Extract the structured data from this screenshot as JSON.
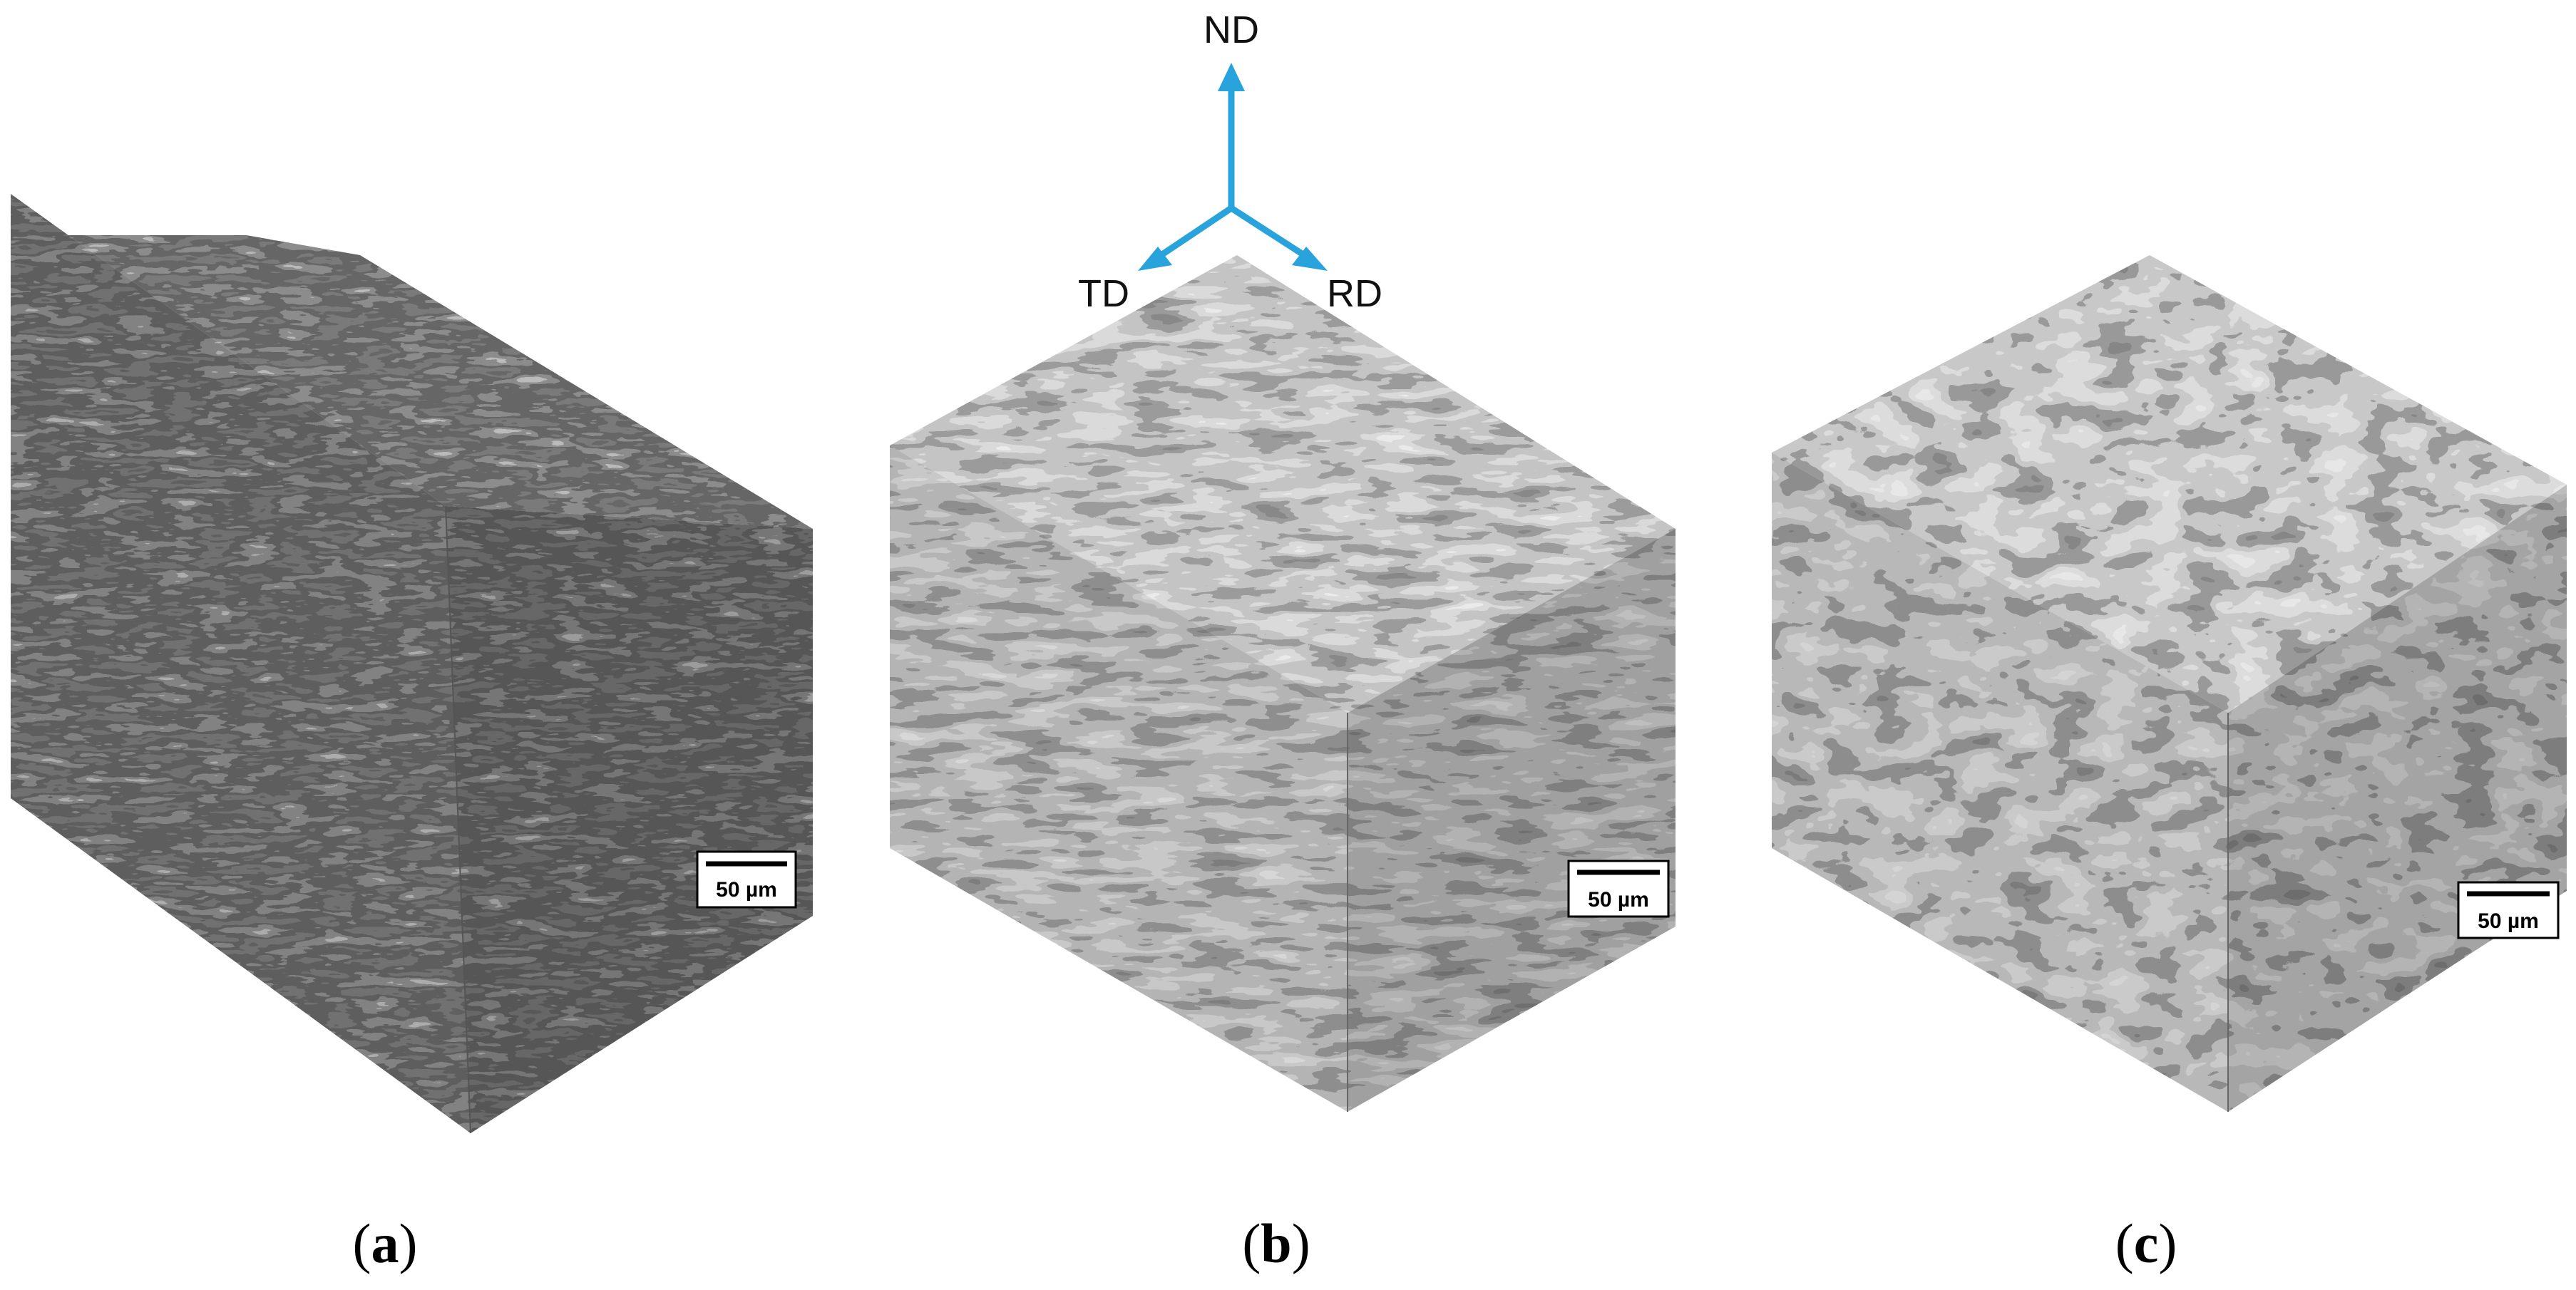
{
  "figure": {
    "axes": {
      "normal": "ND",
      "transverse": "TD",
      "rolling": "RD",
      "arrow_color": "#29a3dc"
    },
    "panels": [
      {
        "letter": "a",
        "scale_bar": "50 µm",
        "tone": "dark"
      },
      {
        "letter": "b",
        "scale_bar": "50 µm",
        "tone": "medium"
      },
      {
        "letter": "c",
        "scale_bar": "50 µm",
        "tone": "medium"
      }
    ]
  }
}
